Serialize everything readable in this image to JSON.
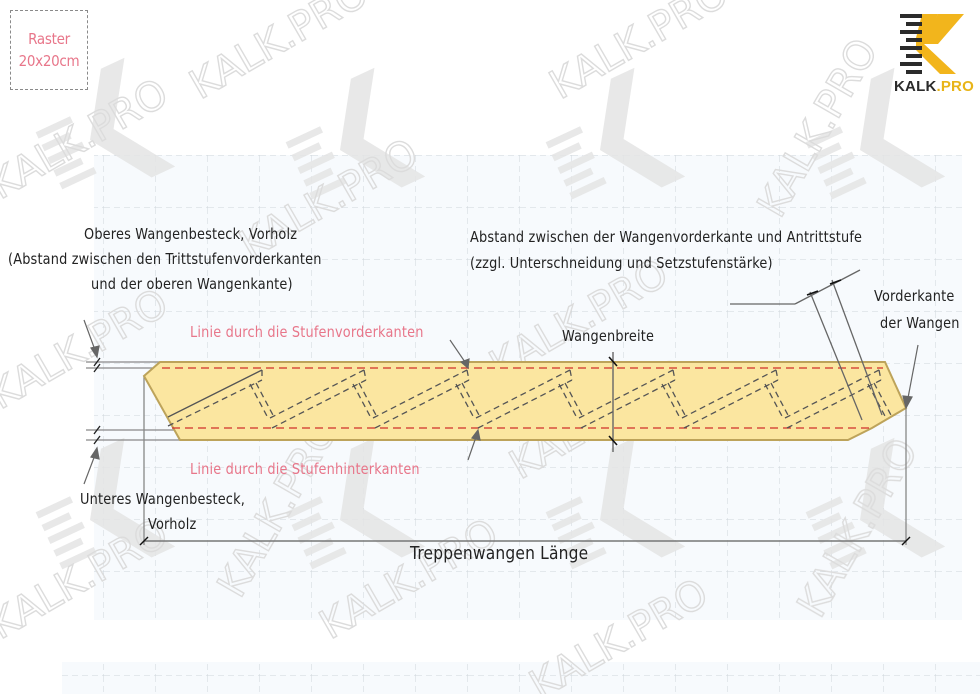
{
  "raster_box": {
    "line1": "Raster",
    "line2": "20x20cm"
  },
  "logo": {
    "brand_main": "KALK",
    "brand_suffix": ".PRO",
    "colors": {
      "dark": "#2b2b2b",
      "accent": "#f2b51c"
    }
  },
  "watermark": {
    "text": "KALK.PRO",
    "color": "#dddddd"
  },
  "diagram": {
    "stringer_fill": "#fbe6a0",
    "stringer_edge": "#bda35a",
    "dash_red": "#d0302a",
    "labels": {
      "upper_vorholz": {
        "line1": "Oberes Wangenbesteck, Vorholz",
        "line2": "(Abstand zwischen den Trittstufenvorderkanten",
        "line3": "und der oberen Wangenkante)"
      },
      "front_distance": {
        "line1": "Abstand zwischen der Wangenvorderkante und Antrittstufe",
        "line2": "(zzgl. Unterschneidung und Setzstufenstärke)"
      },
      "front_edge": {
        "line1": "Vorderkante",
        "line2": "der Wangen"
      },
      "line_front_edges": "Linie durch die Stufenvorderkanten",
      "line_back_edges": "Linie durch die Stufenhinterkanten",
      "stringer_width": "Wangenbreite",
      "lower_vorholz": {
        "line1": "Unteres Wangenbesteck,",
        "line2": "Vorholz"
      },
      "stringer_length": "Treppenwangen Länge"
    }
  }
}
